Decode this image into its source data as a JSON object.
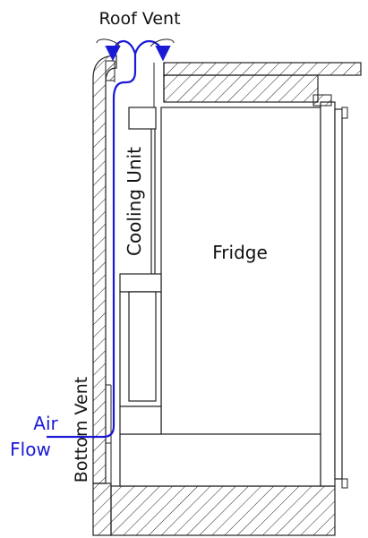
{
  "labels": {
    "roof_vent": "Roof Vent",
    "cooling_unit": "Cooling Unit",
    "fridge": "Fridge",
    "bottom_vent": "Bottom Vent",
    "air": "Air",
    "flow": "Flow"
  },
  "colors": {
    "line": "#222222",
    "airflow": "#1a1ad6",
    "background": "#ffffff"
  }
}
